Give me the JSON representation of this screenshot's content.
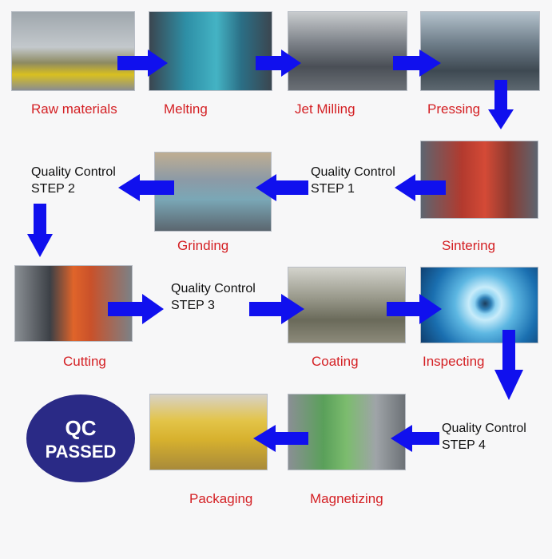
{
  "colors": {
    "arrow": "#1010ee",
    "step_label": "#d42024",
    "qc_text": "#111111",
    "badge_fill": "#2a2a86",
    "badge_text": "#ffffff",
    "background": "#f7f7f8"
  },
  "steps": {
    "raw_materials": "Raw materials",
    "melting": "Melting",
    "jet_milling": "Jet Milling",
    "pressing": "Pressing",
    "sintering": "Sintering",
    "grinding": "Grinding",
    "cutting": "Cutting",
    "coating": "Coating",
    "inspecting": "Inspecting",
    "magnetizing": "Magnetizing",
    "packaging": "Packaging"
  },
  "quality_control": {
    "step1": {
      "line1": "Quality Control",
      "line2": "STEP 1"
    },
    "step2": {
      "line1": "Quality Control",
      "line2": "STEP 2"
    },
    "step3": {
      "line1": "Quality Control",
      "line2": "STEP 3"
    },
    "step4": {
      "line1": "Quality Control",
      "line2": "STEP 4"
    }
  },
  "badge": {
    "line1": "QC",
    "line2": "PASSED"
  }
}
